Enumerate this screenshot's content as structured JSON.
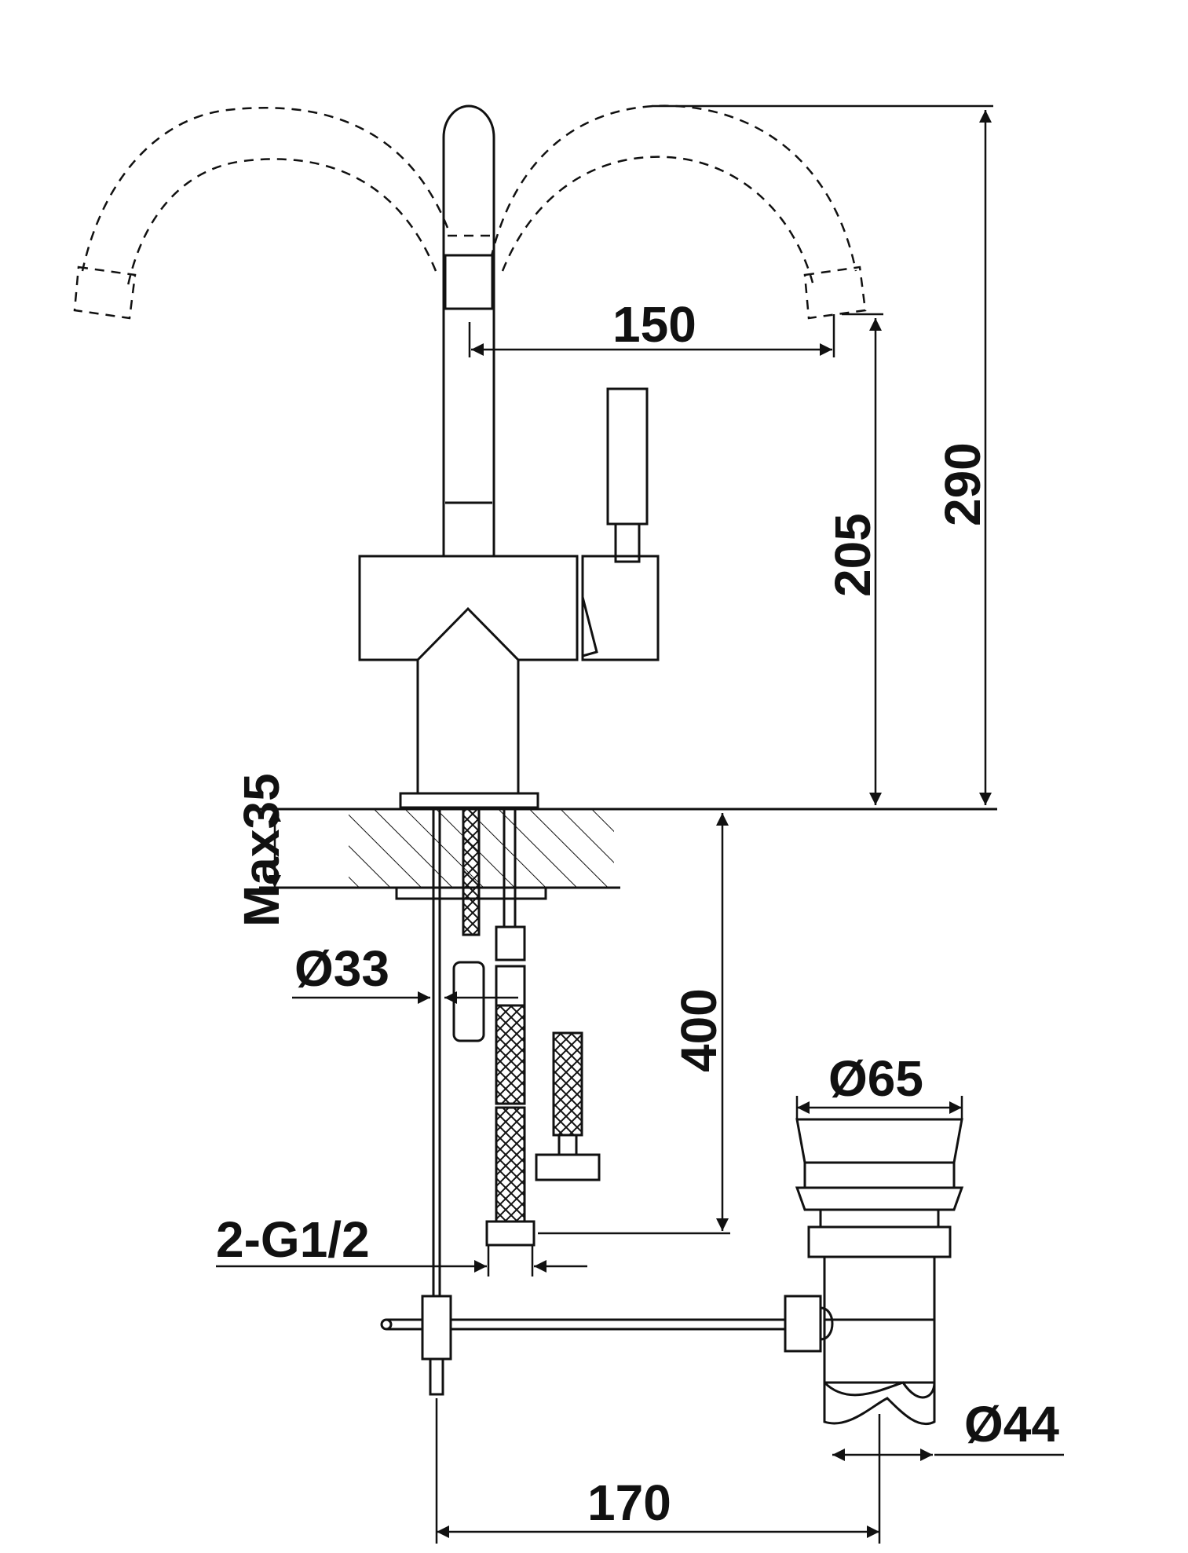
{
  "colors": {
    "line": "#111111",
    "background": "#ffffff"
  },
  "dimensions": {
    "spout_reach": "150",
    "spout_outlet_height": "205",
    "overall_height": "290",
    "max_deck_thickness": "Max35",
    "mounting_hole": "Ø33",
    "hose_length": "400",
    "hose_connection": "2-G1/2",
    "waste_flange": "Ø65",
    "waste_body": "Ø44",
    "waste_offset": "170"
  }
}
